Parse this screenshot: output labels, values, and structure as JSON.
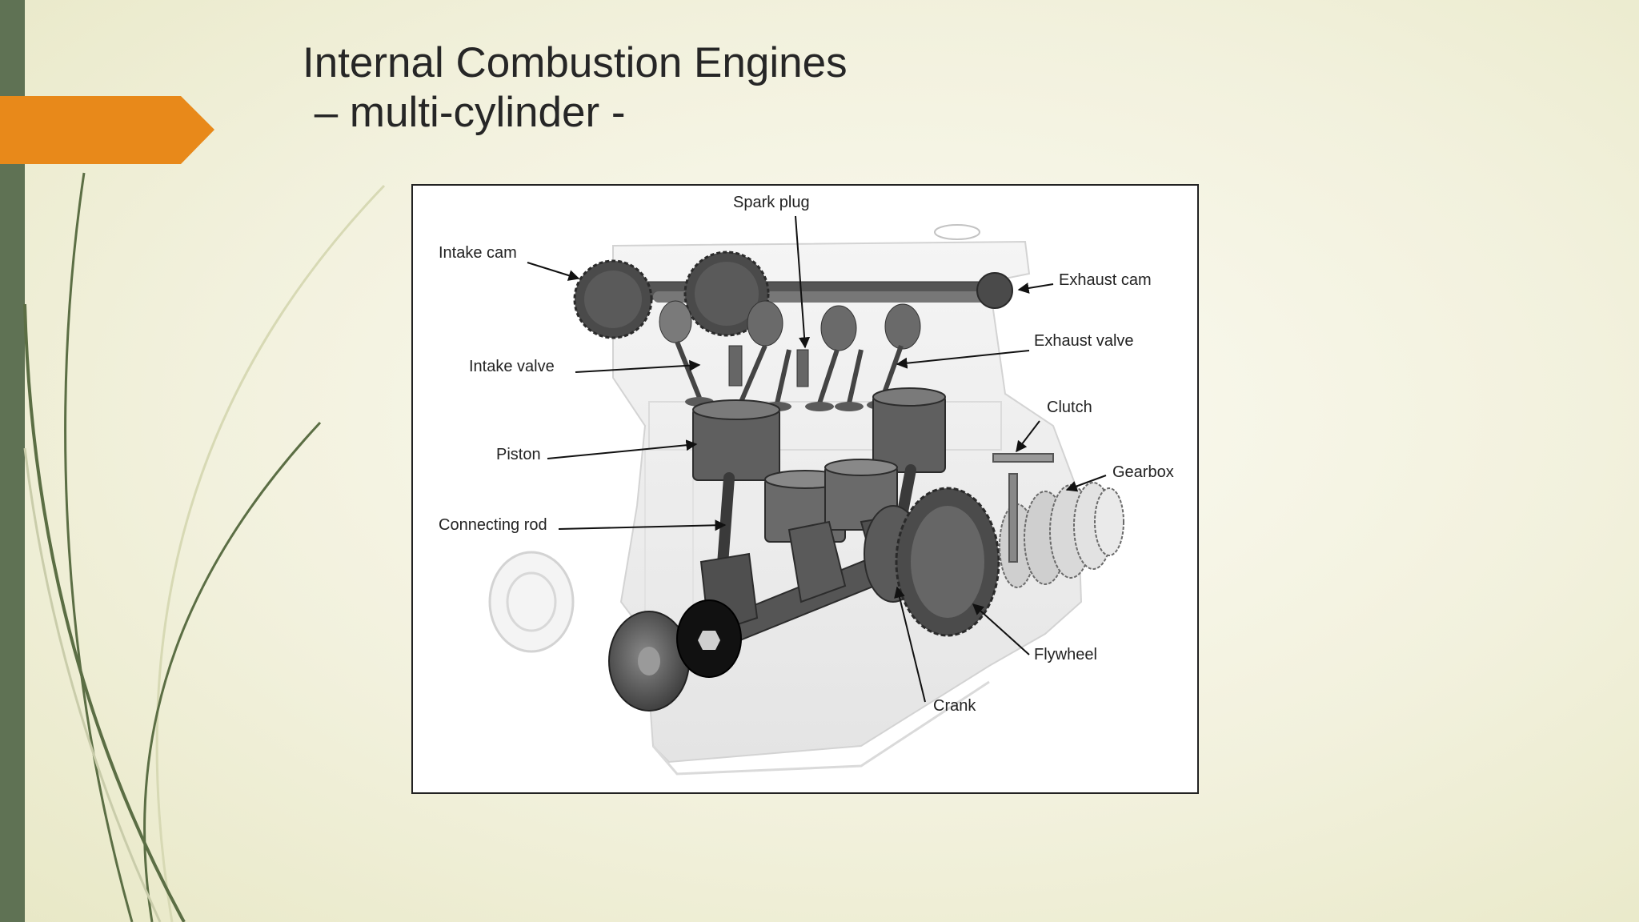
{
  "slide": {
    "title_line1": "Internal Combustion Engines",
    "title_line2": " – multi-cylinder -",
    "colors": {
      "side_bar": "#5f7254",
      "accent_arrow": "#e8891a",
      "title_text": "#262626",
      "decor_stroke": "#5b6e44"
    }
  },
  "figure": {
    "labels": {
      "spark_plug": "Spark plug",
      "intake_cam": "Intake cam",
      "exhaust_cam": "Exhaust cam",
      "exhaust_valve": "Exhaust valve",
      "intake_valve": "Intake valve",
      "clutch": "Clutch",
      "piston": "Piston",
      "gearbox": "Gearbox",
      "connecting_rod": "Connecting rod",
      "flywheel": "Flywheel",
      "crank": "Crank"
    }
  }
}
